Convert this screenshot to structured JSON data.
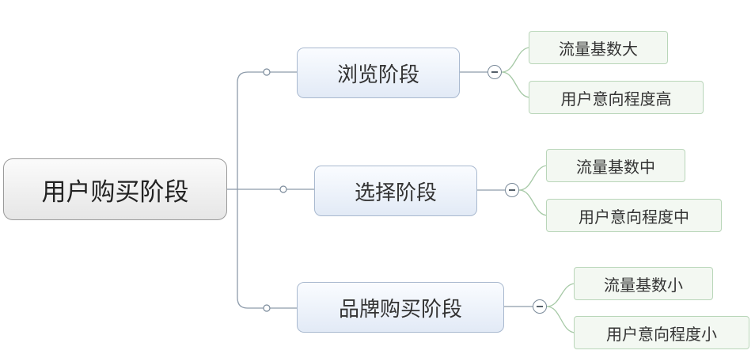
{
  "root": {
    "label": "用户购买阶段"
  },
  "stages": [
    {
      "label": "浏览阶段",
      "children": [
        "流量基数大",
        "用户意向程度高"
      ]
    },
    {
      "label": "选择阶段",
      "children": [
        "流量基数中",
        "用户意向程度中"
      ]
    },
    {
      "label": "品牌购买阶段",
      "children": [
        "流量基数小",
        "用户意向程度小"
      ]
    }
  ],
  "colors": {
    "root_line": "#8e9cab",
    "leaf_line": "#a6c9a6",
    "root_border": "#9a9a9a",
    "branch_border": "#a9b9cf",
    "leaf_border": "#b9d6b9"
  }
}
